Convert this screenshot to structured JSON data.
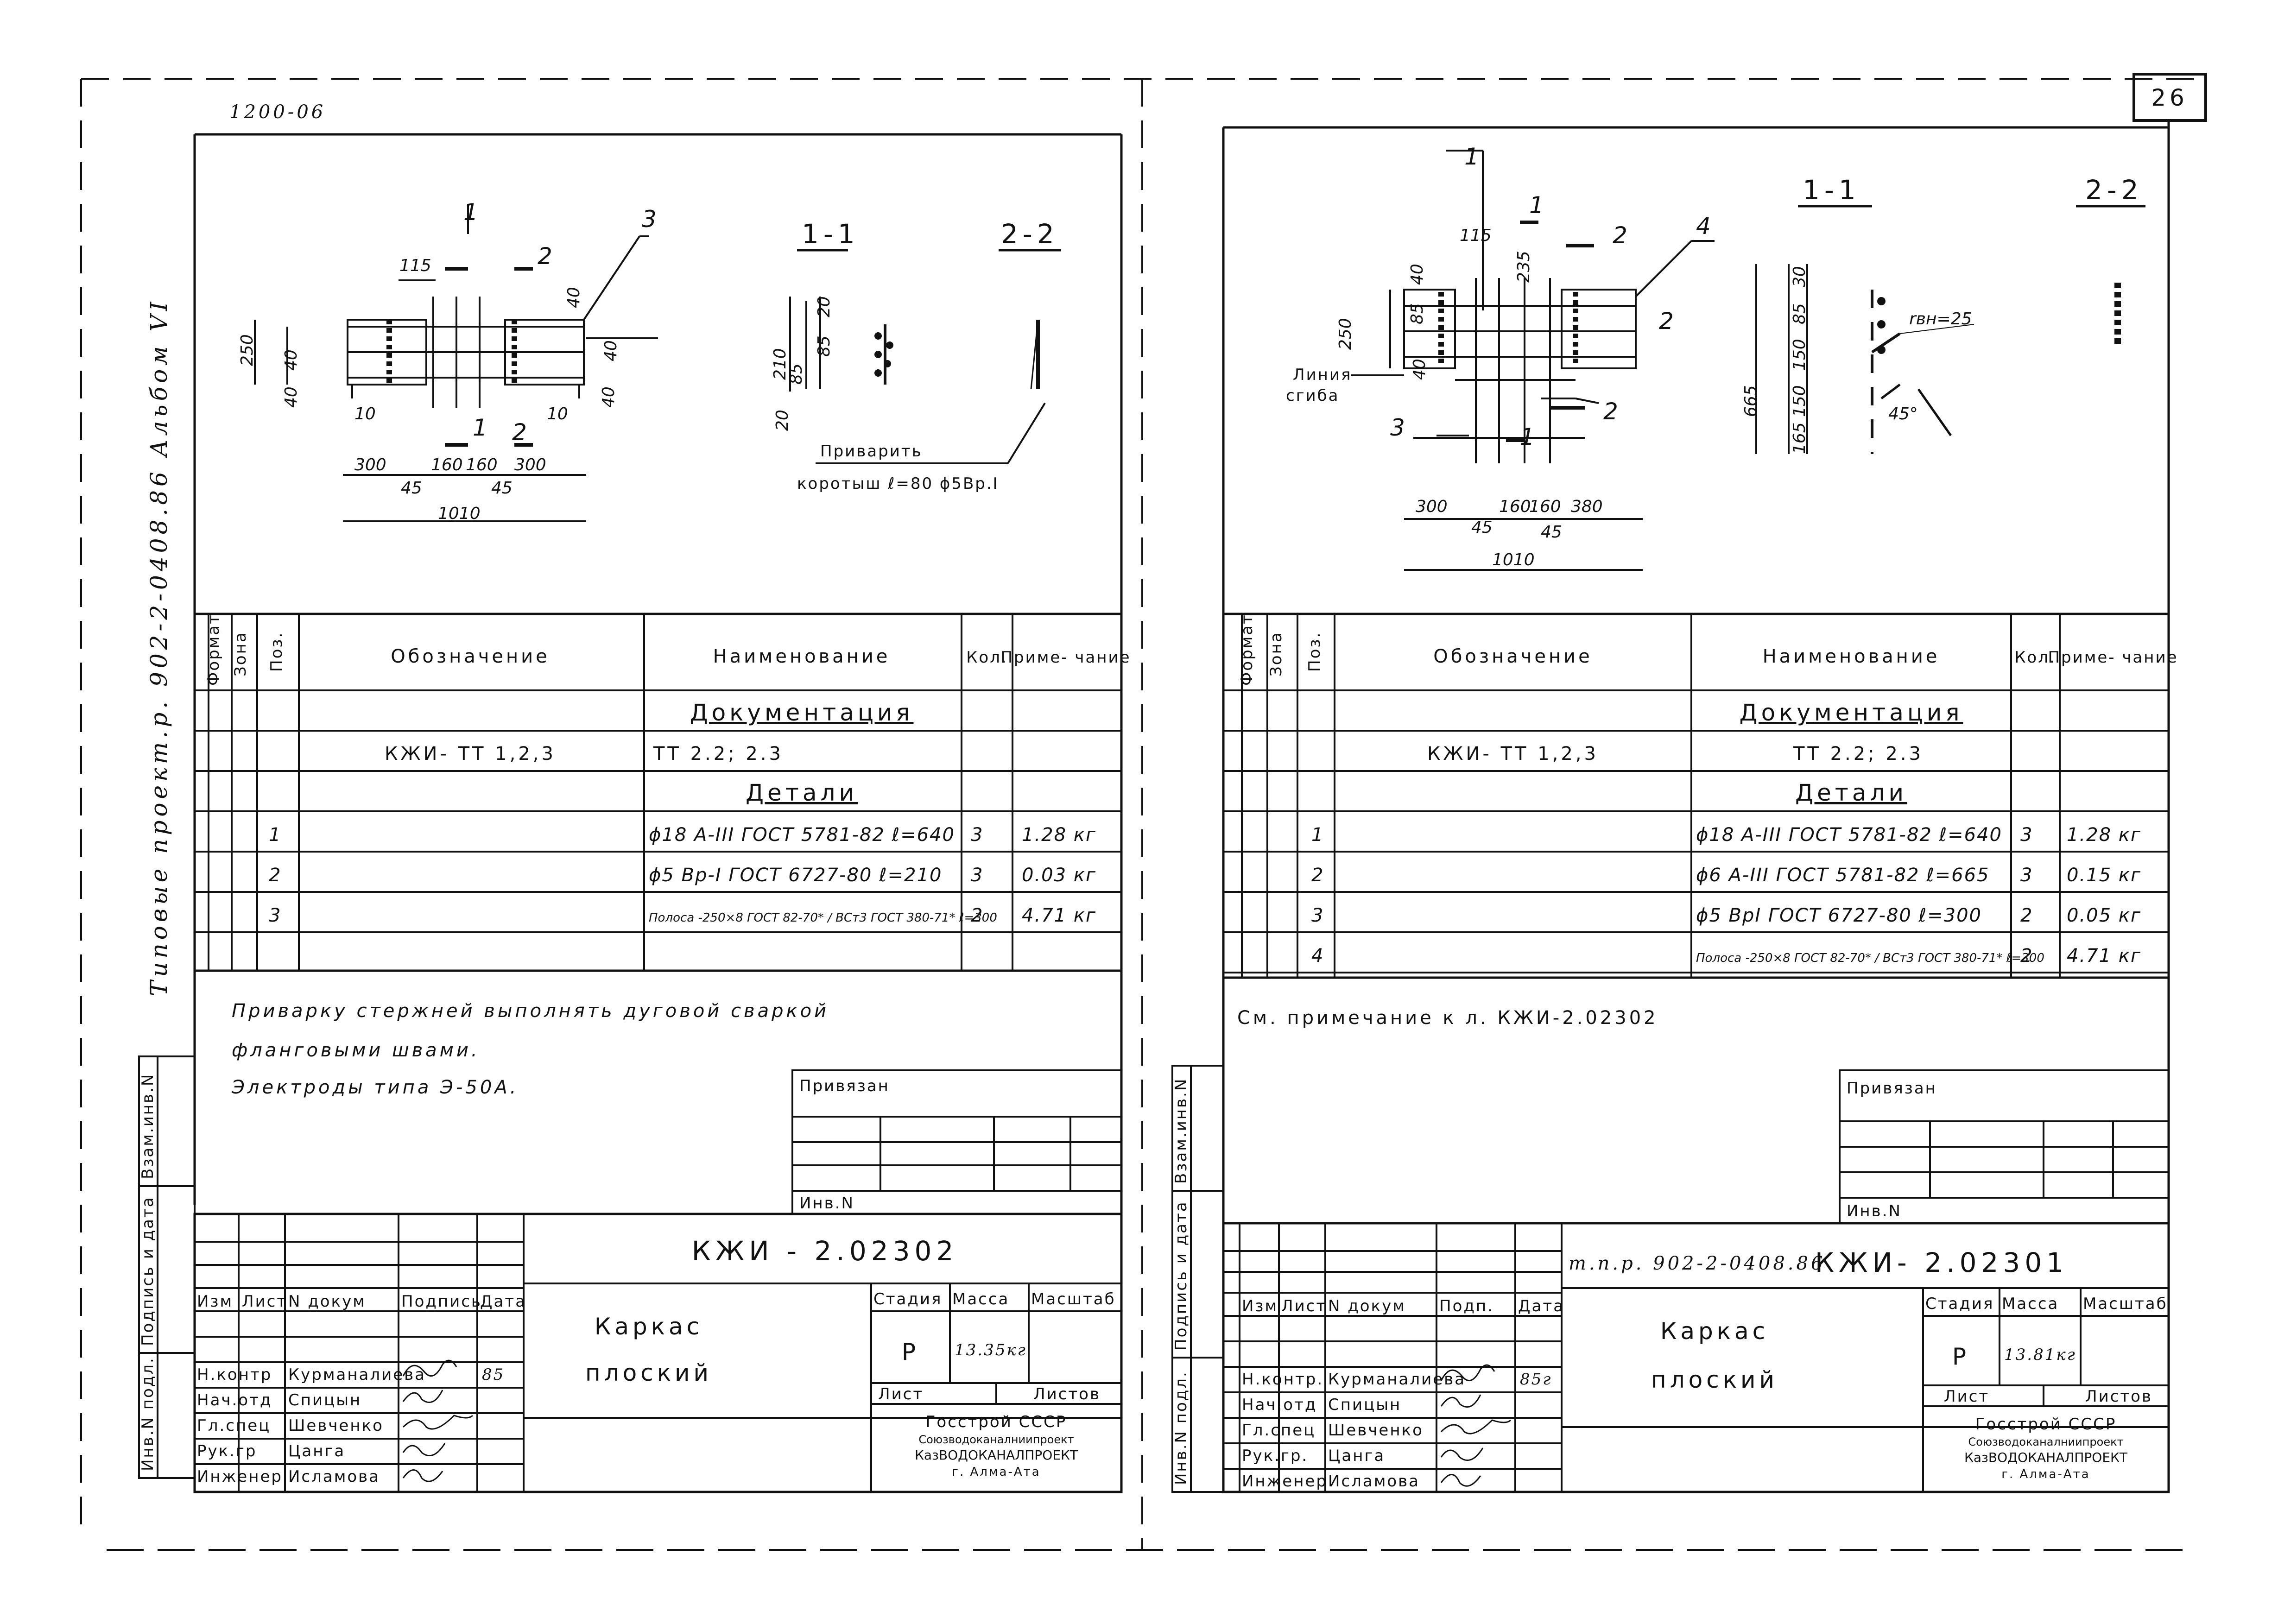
{
  "sheet_number": "26",
  "left": {
    "top_code": "1200-06",
    "side_label": "Типовые проект.р. 902-2-0408.86 Альбом VI",
    "sections": [
      "1-1",
      "2-2"
    ],
    "callouts": [
      "1",
      "2",
      "3",
      "1",
      "2"
    ],
    "dims": {
      "d115": "115",
      "d250": "250",
      "d40": "40",
      "d10": "10",
      "d300": "300",
      "d160": "160",
      "d45": "45",
      "d1010": "1010",
      "d210": "210",
      "d20": "20",
      "d85": "85"
    },
    "weld_note_1": "Приварить",
    "weld_note_2": "коротыш ℓ=80  ϕ5Вр.I",
    "table": {
      "headers": [
        "Формат",
        "Зона",
        "Поз.",
        "Обозначение",
        "Наименование",
        "Кол.",
        "Приме-\nчание"
      ],
      "rows": [
        [
          "",
          "",
          "",
          "",
          "Документация",
          "",
          ""
        ],
        [
          "",
          "",
          "",
          "КЖИ- ТТ 1,2,3",
          "ТТ 2.2; 2.3",
          "",
          ""
        ],
        [
          "",
          "",
          "",
          "",
          "Детали",
          "",
          ""
        ],
        [
          "",
          "",
          "1",
          "",
          "ϕ18 А-III ГОСТ 5781-82  ℓ=640",
          "3",
          "1.28 кг"
        ],
        [
          "",
          "",
          "2",
          "",
          "ϕ5 Вр-I ГОСТ 6727-80  ℓ=210",
          "3",
          "0.03 кг"
        ],
        [
          "",
          "",
          "3",
          "",
          "Полоса -250×8 ГОСТ 82-70* / ВСт3 ГОСТ 380-71*  ℓ=300",
          "2",
          "4.71 кг"
        ],
        [
          "",
          "",
          "",
          "",
          "",
          "",
          ""
        ]
      ]
    },
    "notes": [
      "Приварку стержней выполнять дуговой сваркой",
      "фланговыми швами.",
      "Электроды типа Э-50А."
    ],
    "privyazan": "Привязан",
    "inv_no": "Инв.N",
    "doc_code": "КЖИ - 2.02302",
    "title_1": "Каркас",
    "title_2": "плоский",
    "stamp_headers": [
      "Изм",
      "Лист",
      "N докум",
      "Подпись",
      "Дата"
    ],
    "staff": [
      {
        "role": "Н.контр",
        "name": "Курманалиева",
        "date": "85"
      },
      {
        "role": "Нач.отд",
        "name": "Спицын",
        "date": ""
      },
      {
        "role": "Гл.спец",
        "name": "Шевченко",
        "date": ""
      },
      {
        "role": "Рук.гр",
        "name": "Цанга",
        "date": ""
      },
      {
        "role": "Инженер",
        "name": "Исламова",
        "date": ""
      }
    ],
    "stage_label": "Стадия",
    "mass_label": "Масса",
    "scale_label": "Масштаб",
    "stage": "Р",
    "mass": "13.35кг",
    "list_label": "Лист",
    "lists_label": "Листов",
    "org": [
      "Госстрой СССР",
      "Союзводоканалниипроект",
      "КазВОДОКАНАЛПРОЕКТ",
      "г. Алма-Ата"
    ],
    "side_stamp": [
      "Инв.N подл.",
      "Подпись и дата",
      "Взам.инв.N"
    ]
  },
  "right": {
    "sections": [
      "1-1",
      "2-2"
    ],
    "callouts": [
      "1",
      "1",
      "2",
      "4",
      "2",
      "3",
      "1",
      "2"
    ],
    "line_label_1": "Линия",
    "line_label_2": "сгиба",
    "dims": {
      "d115": "115",
      "d235": "235",
      "d250": "250",
      "d40": "40",
      "d85": "85",
      "d665": "665",
      "d165": "165",
      "d150": "150",
      "d30": "30",
      "d300": "300",
      "d160": "160",
      "d380": "380",
      "d45": "45",
      "d1010": "1010",
      "angle": "45°",
      "rvn": "rвн=25"
    },
    "table": {
      "headers": [
        "Формат",
        "Зона",
        "Поз.",
        "Обозначение",
        "Наименование",
        "Кол.",
        "Приме-\nчание"
      ],
      "rows": [
        [
          "",
          "",
          "",
          "",
          "Документация",
          "",
          ""
        ],
        [
          "",
          "",
          "",
          "КЖИ- ТТ 1,2,3",
          "ТТ 2.2; 2.3",
          "",
          ""
        ],
        [
          "",
          "",
          "",
          "",
          "Детали",
          "",
          ""
        ],
        [
          "",
          "",
          "1",
          "",
          "ϕ18 А-III ГОСТ 5781-82  ℓ=640",
          "3",
          "1.28 кг"
        ],
        [
          "",
          "",
          "2",
          "",
          "ϕ6 А-III ГОСТ 5781-82  ℓ=665",
          "3",
          "0.15 кг"
        ],
        [
          "",
          "",
          "3",
          "",
          "ϕ5 ВрI ГОСТ 6727-80  ℓ=300",
          "2",
          "0.05 кг"
        ],
        [
          "",
          "",
          "4",
          "",
          "Полоса -250×8 ГОСТ 82-70* / ВСт3 ГОСТ 380-71*  ℓ=300",
          "2",
          "4.71 кг"
        ]
      ]
    },
    "note": "См. примечание к л. КЖИ-2.02302",
    "privyazan": "Привязан",
    "inv_no": "Инв.N",
    "tp_code": "т.п.р. 902-2-0408.86",
    "doc_code": "КЖИ- 2.02301",
    "title_1": "Каркас",
    "title_2": "плоский",
    "stamp_headers": [
      "Изм",
      "Лист",
      "N докум",
      "Подп.",
      "Дата"
    ],
    "staff": [
      {
        "role": "Н.контр.",
        "name": "Курманалиева",
        "date": "85г"
      },
      {
        "role": "Нач.отд",
        "name": "Спицын",
        "date": ""
      },
      {
        "role": "Гл.спец",
        "name": "Шевченко",
        "date": ""
      },
      {
        "role": "Рук.гр.",
        "name": "Цанга",
        "date": ""
      },
      {
        "role": "Инженер",
        "name": "Исламова",
        "date": ""
      }
    ],
    "stage_label": "Стадия",
    "mass_label": "Масса",
    "scale_label": "Масштаб",
    "stage": "Р",
    "mass": "13.81кг",
    "list_label": "Лист",
    "lists_label": "Листов",
    "org": [
      "Госстрой СССР",
      "Союзводоканалниипроект",
      "КазВОДОКАНАЛПРОЕКТ",
      "г. Алма-Ата"
    ],
    "side_stamp": [
      "Инв.N подл.",
      "Подпись и дата",
      "Взам.инв.N"
    ]
  }
}
